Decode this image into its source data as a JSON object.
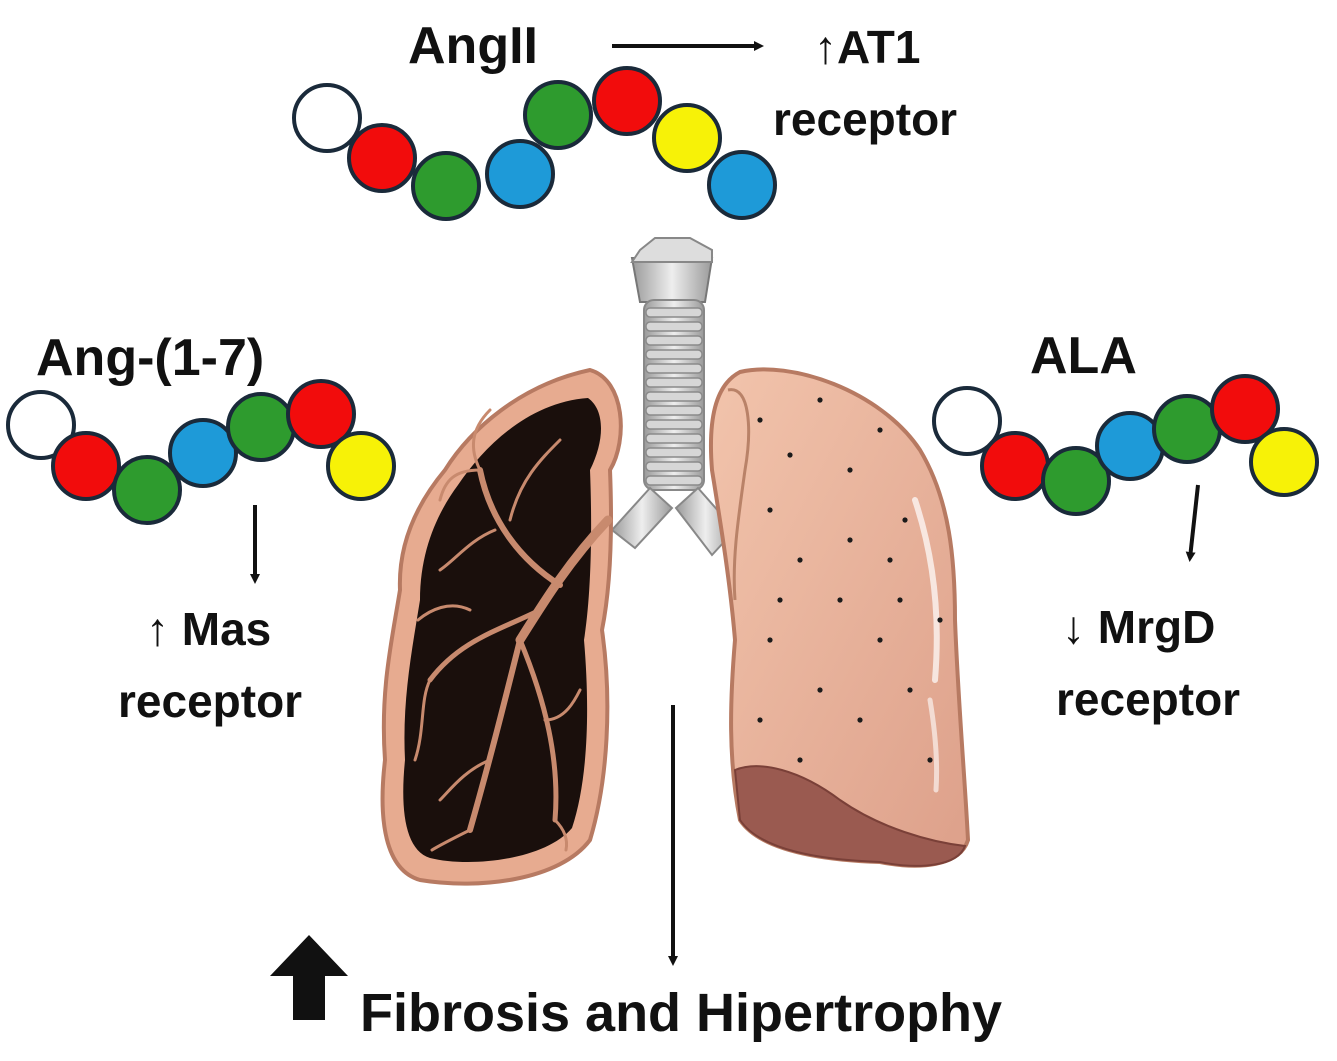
{
  "peptides": {
    "angii": {
      "name": "AngII",
      "effect_line1": "↑AT1",
      "effect_line2": "receptor",
      "beads": [
        "white",
        "red",
        "green",
        "blue",
        "green",
        "red",
        "yellow",
        "blue"
      ]
    },
    "ang17": {
      "name": "Ang-(1-7)",
      "effect_line1": "↑ Mas",
      "effect_line2": "receptor",
      "beads": [
        "white",
        "red",
        "green",
        "blue",
        "green",
        "red",
        "yellow"
      ]
    },
    "ala": {
      "name": "ALA",
      "effect_line1": "↓ MrgD",
      "effect_line2": "receptor",
      "beads": [
        "white",
        "red",
        "green",
        "blue",
        "green",
        "red",
        "yellow"
      ]
    }
  },
  "outcome": {
    "arrow_glyph": "🡅",
    "text": "Fibrosis and Hipertrophy"
  },
  "colors": {
    "white": "#ffffff",
    "red": "#f20c0c",
    "green": "#2e9b2e",
    "blue": "#1e9ad8",
    "yellow": "#f7f207",
    "outline": "#1a2a3a",
    "lung_tissue": "#e9b39a",
    "lung_dark": "#1a0f0c",
    "lung_base": "#9a5a50",
    "trachea": "#cfcfcf"
  }
}
